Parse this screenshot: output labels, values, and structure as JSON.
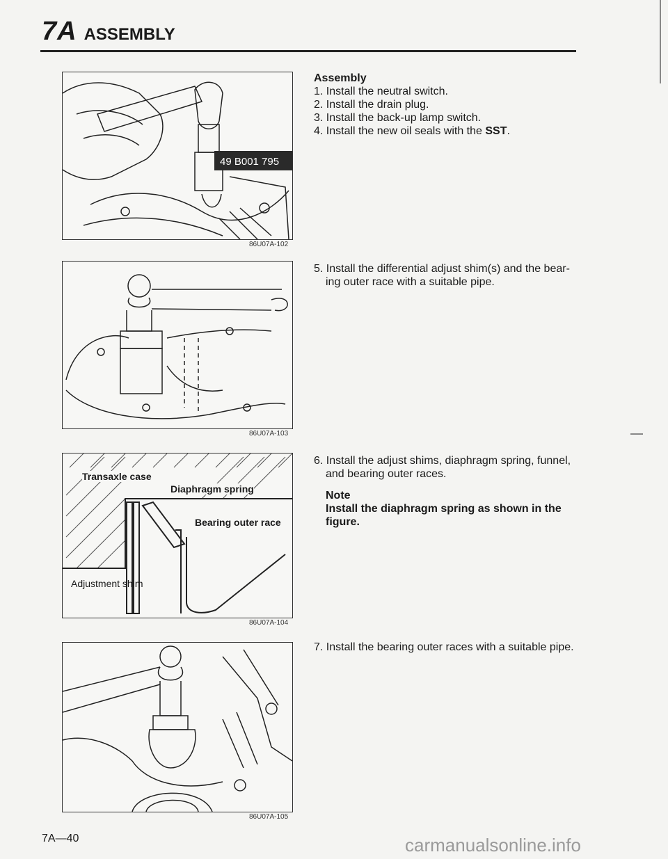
{
  "header": {
    "section_num": "7A",
    "section_title": "ASSEMBLY"
  },
  "figures": [
    {
      "code": "86U07A-102",
      "tool_label": "49 B001 795"
    },
    {
      "code": "86U07A-103"
    },
    {
      "code": "86U07A-104",
      "labels": {
        "transaxle_case": "Transaxle case",
        "diaphragm_spring": "Diaphragm spring",
        "bearing_outer_race": "Bearing outer race",
        "adjustment_shim": "Adjustment shim"
      }
    },
    {
      "code": "86U07A-105"
    }
  ],
  "steps": {
    "heading": "Assembly",
    "s1": "1. Install the neutral switch.",
    "s2": "2. Install the drain plug.",
    "s3": "3. Install the back-up lamp switch.",
    "s4_text": "4. Install the new oil seals with the ",
    "s4_bold": "SST",
    "s4_end": ".",
    "s5_line1": "5. Install the differential adjust shim(s) and the bear-",
    "s5_line2": "ing outer race with a suitable pipe.",
    "s6_line1": "6. Install the adjust shims, diaphragm spring, funnel,",
    "s6_line2": "and bearing outer races.",
    "note_title": "Note",
    "note_line1": "Install the diaphragm spring as shown in the",
    "note_line2": "figure.",
    "s7": "7. Install the bearing outer races with a suitable pipe."
  },
  "footer": {
    "page_number": "7A—40",
    "watermark": "carmanualsonline.info"
  }
}
